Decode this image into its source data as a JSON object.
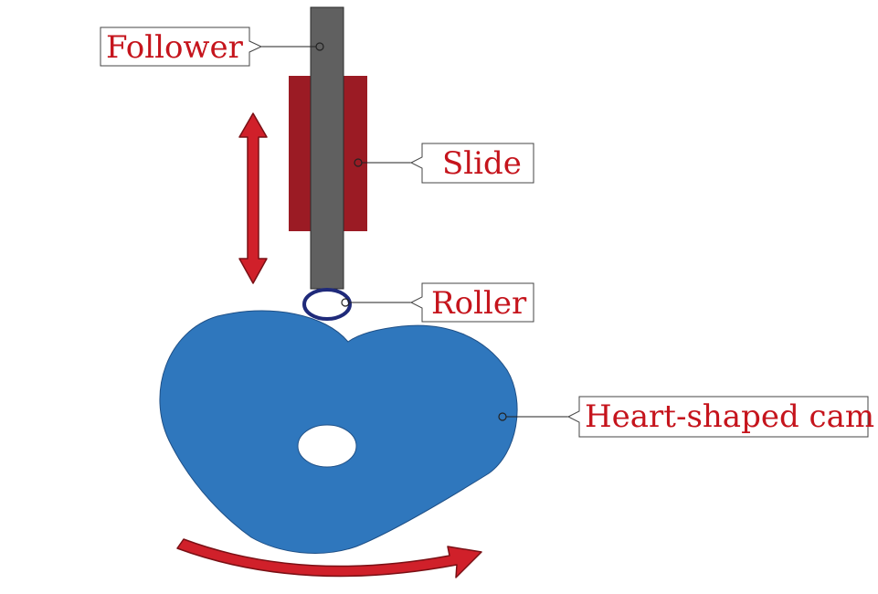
{
  "labels": {
    "follower": "Follower",
    "slide": "Slide",
    "roller": "Roller",
    "cam": "Heart-shaped cam"
  },
  "colors": {
    "cam": "#2f77bd",
    "follower": "#606060",
    "slide": "#9b1b24",
    "roller": "#1f2a7a",
    "arrow": "#d0202a",
    "label_text": "#c5141c"
  }
}
